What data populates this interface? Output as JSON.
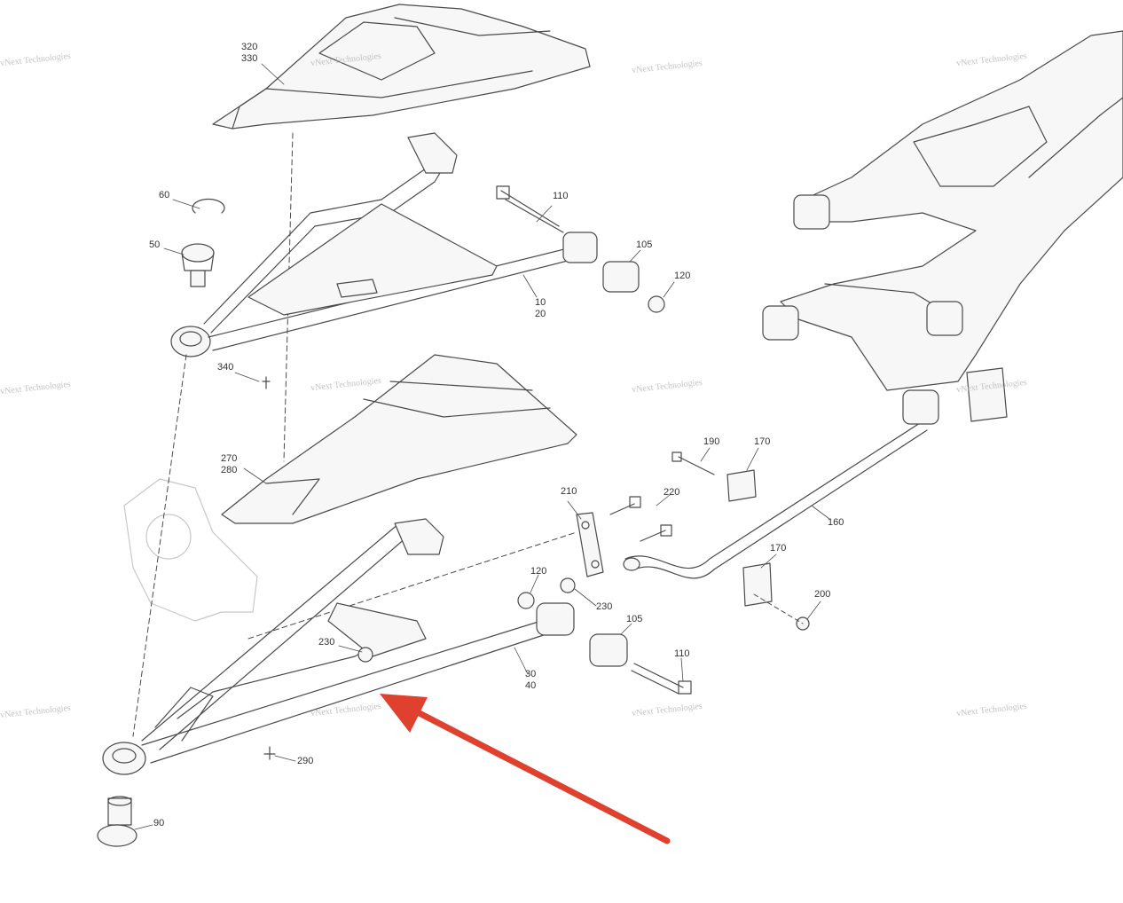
{
  "watermark": "vNext Technologies",
  "colors": {
    "arrow": "#e0402e",
    "line": "#4a4a4a",
    "part_fill": "#f7f7f7"
  },
  "callouts": [
    {
      "id": "c-320",
      "lines": [
        "320",
        "330"
      ]
    },
    {
      "id": "c-60",
      "lines": [
        "60"
      ]
    },
    {
      "id": "c-50",
      "lines": [
        "50"
      ]
    },
    {
      "id": "c-110a",
      "lines": [
        "110"
      ]
    },
    {
      "id": "c-105a",
      "lines": [
        "105"
      ]
    },
    {
      "id": "c-120a",
      "lines": [
        "120"
      ]
    },
    {
      "id": "c-10",
      "lines": [
        "10",
        "20"
      ]
    },
    {
      "id": "c-340",
      "lines": [
        "340"
      ]
    },
    {
      "id": "c-270",
      "lines": [
        "270",
        "280"
      ]
    },
    {
      "id": "c-190",
      "lines": [
        "190"
      ]
    },
    {
      "id": "c-170a",
      "lines": [
        "170"
      ]
    },
    {
      "id": "c-210",
      "lines": [
        "210"
      ]
    },
    {
      "id": "c-220",
      "lines": [
        "220"
      ]
    },
    {
      "id": "c-160",
      "lines": [
        "160"
      ]
    },
    {
      "id": "c-170b",
      "lines": [
        "170"
      ]
    },
    {
      "id": "c-120b",
      "lines": [
        "120"
      ]
    },
    {
      "id": "c-230a",
      "lines": [
        "230"
      ]
    },
    {
      "id": "c-200",
      "lines": [
        "200"
      ]
    },
    {
      "id": "c-105b",
      "lines": [
        "105"
      ]
    },
    {
      "id": "c-230b",
      "lines": [
        "230"
      ]
    },
    {
      "id": "c-30",
      "lines": [
        "30",
        "40"
      ]
    },
    {
      "id": "c-110b",
      "lines": [
        "110"
      ]
    },
    {
      "id": "c-290",
      "lines": [
        "290"
      ]
    },
    {
      "id": "c-90",
      "lines": [
        "90"
      ]
    }
  ]
}
